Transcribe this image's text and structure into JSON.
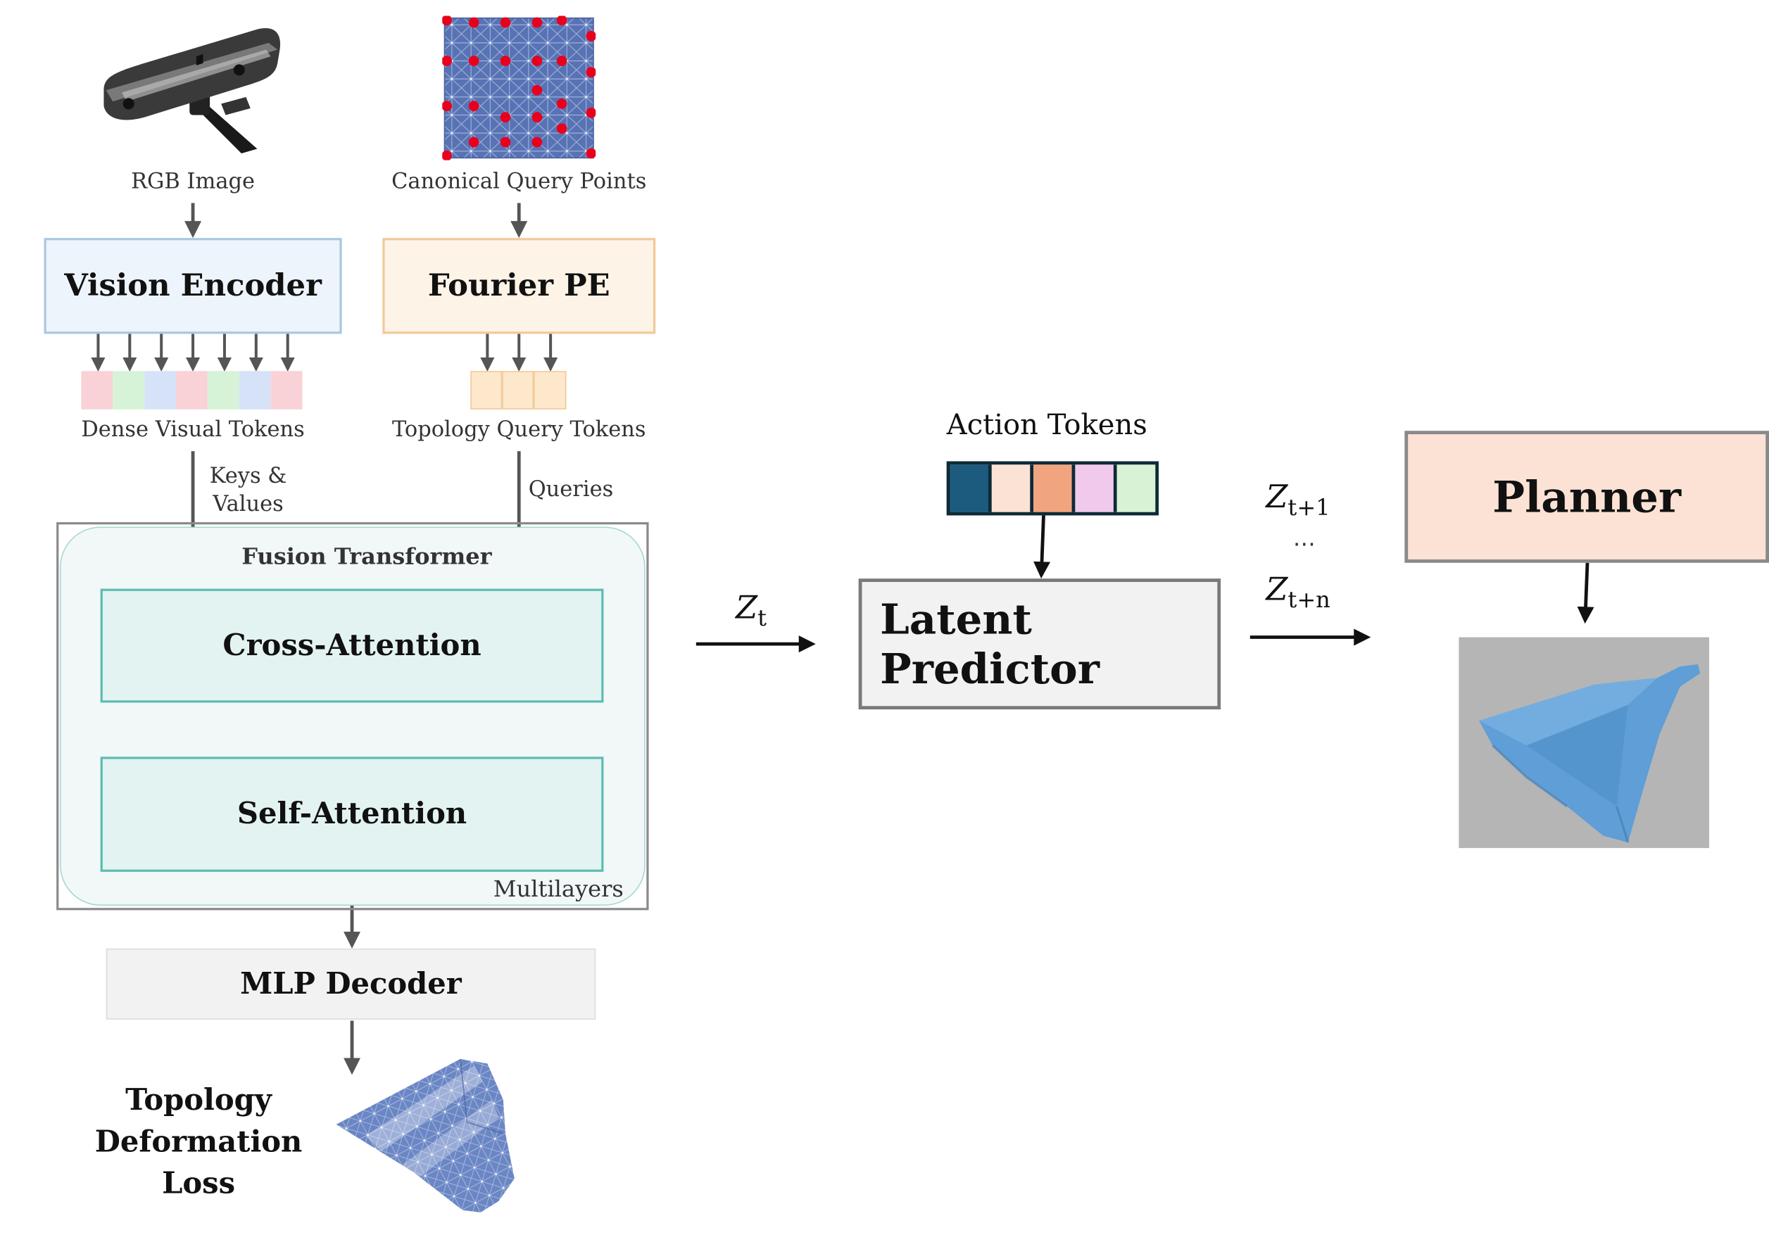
{
  "inputs": {
    "rgb_label": "RGB Image",
    "query_points_label": "Canonical Query Points"
  },
  "encoders": {
    "vision": "Vision Encoder",
    "fourier": "Fourier PE"
  },
  "tokens": {
    "dense_visual": "Dense Visual Tokens",
    "topology_query": "Topology Query Tokens",
    "keys_values_line1": "Keys &",
    "keys_values_line2": "Values",
    "queries": "Queries"
  },
  "fusion": {
    "title": "Fusion Transformer",
    "cross_attention": "Cross-Attention",
    "self_attention": "Self-Attention",
    "multilayers": "Multilayers"
  },
  "decoder": {
    "label": "MLP Decoder",
    "loss_line1": "Topology",
    "loss_line2": "Deformation",
    "loss_line3": "Loss"
  },
  "latent": {
    "z_t_base": "Z",
    "z_t_sub": "t",
    "predictor": "Latent Predictor",
    "action_tokens": "Action Tokens",
    "z_t1_base": "Z",
    "z_t1_sub": "t+1",
    "ellipsis": "…",
    "z_tn_base": "Z",
    "z_tn_sub": "t+n"
  },
  "planner": {
    "label": "Planner"
  },
  "colors": {
    "vision_fill": "#eef4fb",
    "vision_border": "#a9c7e3",
    "fourier_fill": "#fdf3e6",
    "fourier_border": "#f2c999",
    "fusion_fill": "#f2f8f8",
    "fusion_border": "#a6d8d2",
    "attn_fill": "#e3f3f2",
    "attn_border": "#5cbcb0",
    "mlp_fill": "#f2f2f2",
    "predictor_fill": "#f2f2f2",
    "predictor_border": "#7a7a7a",
    "planner_fill": "#fbe2d5",
    "planner_border": "#8a8a8a",
    "cloth_blue": "#5f9ed6",
    "mesh_blue": "#5873b4",
    "query_dot": "#e8001c"
  },
  "visual_token_colors": [
    "#f8d2d6",
    "#d6f3d8",
    "#d6e2f7",
    "#f8d2d6",
    "#d6f3d8",
    "#d6e2f7",
    "#f8d2d6"
  ],
  "action_token_colors": [
    "#1c5b7d",
    "#fbe2d5",
    "#f1a57f",
    "#f0c9ec",
    "#d8f2d6"
  ],
  "icons": {
    "camera": "depth-camera-icon",
    "mesh": "mesh-grid-icon",
    "cloth": "cloth-icon"
  }
}
